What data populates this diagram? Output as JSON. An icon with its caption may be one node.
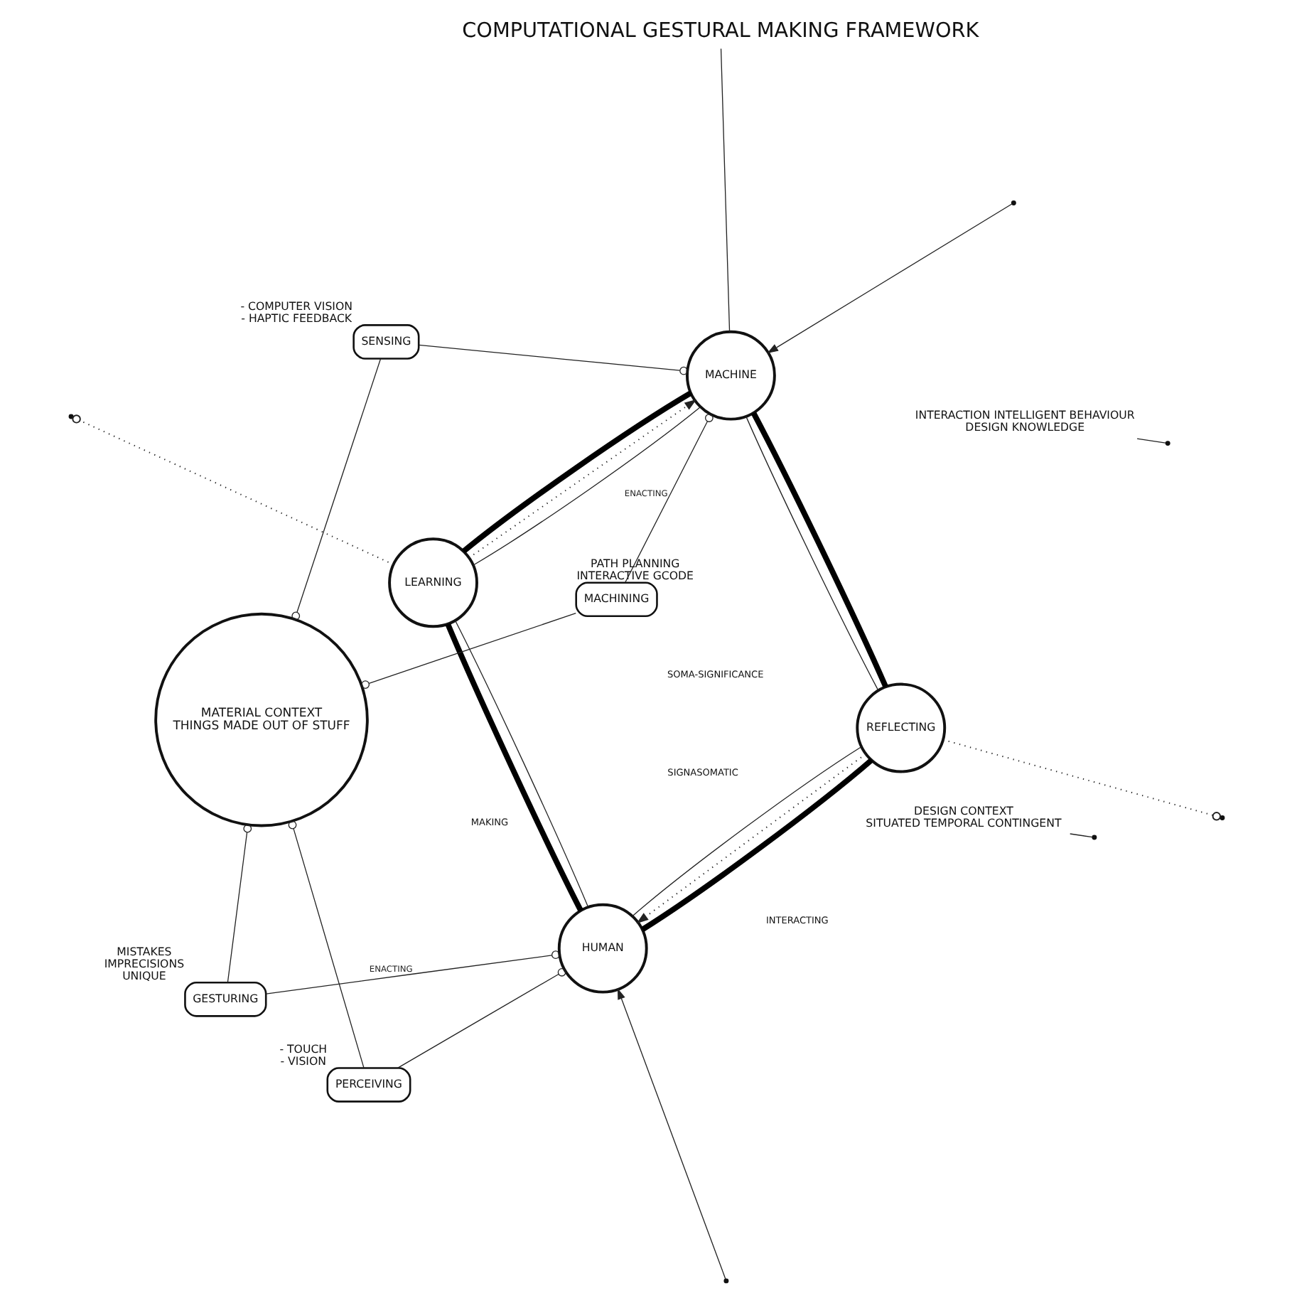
{
  "diagram": {
    "nodes": [
      {
        "text": [
          "COMPUTATIONAL GESTURAL MAKING FRAMEWORK"
        ]
      },
      {
        "text": [
          "REFLECTING"
        ]
      },
      {
        "text": [
          "HUMAN"
        ]
      },
      {
        "text": [
          "MATERIAL CONTEXT",
          "THINGS MADE OUT OF STUFF"
        ]
      },
      {
        "text": [
          "MACHINE"
        ]
      },
      {
        "text": [
          "LEARNING"
        ]
      },
      {
        "text": [
          "PERCEIVING"
        ],
        "beside": [
          "- TOUCH",
          "- VISION"
        ]
      },
      {
        "text": [
          "MACHINING"
        ],
        "beside": [
          "PATH PLANNING",
          "INTERACTIVE GCODE"
        ]
      },
      {
        "text": [
          "GESTURING"
        ],
        "beside": [
          "MISTAKES",
          "IMPRECISIONS",
          "UNIQUE"
        ]
      },
      {
        "text": [
          "SENSING"
        ],
        "beside": [
          "- COMPUTER VISION",
          "- HAPTIC FEEDBACK"
        ]
      },
      {
        "text": [
          "DESIGN CONTEXT",
          "SITUATED TEMPORAL CONTINGENT"
        ]
      },
      {
        "text": [
          "INTERACTION INTELLIGENT BEHAVIOUR",
          "DESIGN KNOWLEDGE"
        ]
      }
    ],
    "edges": [
      {
        "from": 6,
        "to": 2,
        "arrow": "other"
      },
      {
        "from": 6,
        "to": 3,
        "arrow": "other"
      },
      {
        "from": 7,
        "to": 3,
        "arrow": "other"
      },
      {
        "from": 7,
        "to": 4,
        "arrow": "other",
        "label": "ENACTING"
      },
      {
        "from": 8,
        "to": 2,
        "arrow": "other",
        "label": "ENACTING"
      },
      {
        "from": 8,
        "to": 3,
        "arrow": "other"
      },
      {
        "from": 9,
        "to": 3,
        "arrow": "other"
      },
      {
        "from": 9,
        "to": 4,
        "arrow": "other"
      },
      {
        "from": 0,
        "to": 4,
        "arrow": "none"
      },
      {
        "from": 10,
        "to": null,
        "arrow": "none"
      },
      {
        "from": 11,
        "to": null,
        "arrow": "none"
      },
      {
        "from": 1,
        "to": 2,
        "arrow": "none",
        "style": "thick"
      },
      {
        "from": 2,
        "to": 5,
        "arrow": "none",
        "style": "thick"
      },
      {
        "from": 5,
        "to": 4,
        "arrow": "none",
        "style": "thick"
      },
      {
        "from": 4,
        "to": 1,
        "arrow": "none",
        "style": "thick"
      },
      {
        "from": 1,
        "to": 2,
        "arrow": "none"
      },
      {
        "from": 2,
        "to": 5,
        "arrow": "none"
      },
      {
        "from": 5,
        "to": 4,
        "arrow": "none"
      },
      {
        "from": 4,
        "to": 1,
        "arrow": "none"
      },
      {
        "from": 1,
        "to": 2,
        "arrow": "to",
        "style": "dashed"
      },
      {
        "from": 1,
        "to": null,
        "arrow": "other",
        "style": "dashed"
      },
      {
        "from": 5,
        "to": null,
        "arrow": "other",
        "style": "dashed"
      },
      {
        "from": 5,
        "to": 4,
        "arrow": "to",
        "style": "dashed"
      },
      {
        "from": null,
        "to": 2,
        "arrow": "to"
      },
      {
        "from": null,
        "to": 4,
        "arrow": "to"
      }
    ],
    "labels": [
      "SOMA-SIGNIFICANCE",
      "MAKING",
      "SIGNASOMATIC",
      "INTERACTING"
    ]
  }
}
